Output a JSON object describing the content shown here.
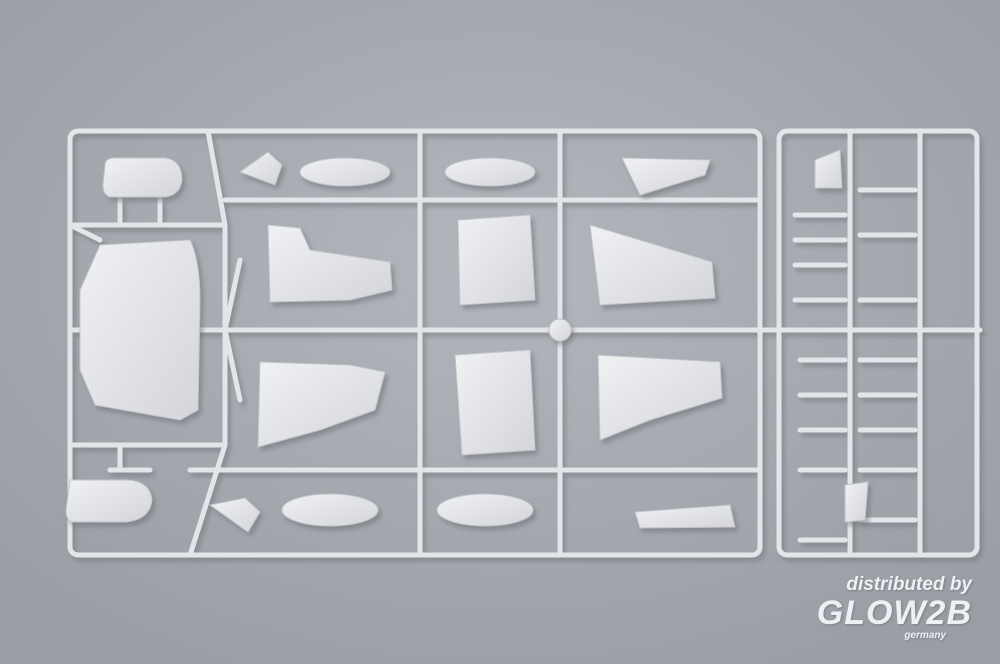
{
  "watermark": {
    "line1": "distributed by",
    "brand": "GLOW2B",
    "sub": "germany"
  },
  "colors": {
    "background": "#a8abb1",
    "plastic": "#e6e7ea",
    "shadow": "#8f9399"
  }
}
